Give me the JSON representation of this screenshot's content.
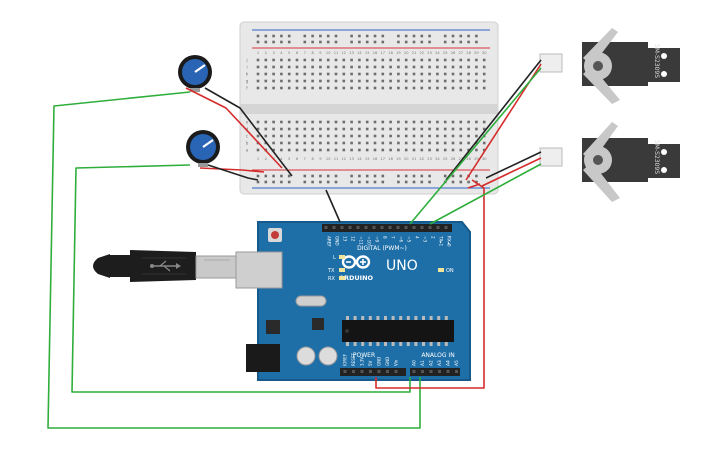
{
  "colors": {
    "board": "#1e6fa8",
    "board_dark": "#17598a",
    "breadboard": "#e8e8e8",
    "breadboard_rail_red": "#d9333a",
    "breadboard_rail_blue": "#2c62c6",
    "wire_green": "#2fae3c",
    "wire_red": "#d52b2b",
    "wire_black": "#222222",
    "servo_body": "#3a3a3a",
    "servo_horn": "#c8c8c8",
    "pot_knob": "#2a64b5",
    "pot_ring": "#1b1b1b",
    "usb_cable": "#1d1d1d",
    "usb_plug": "#c9c9c9"
  },
  "arduino": {
    "logo_text": "ARDUINO",
    "model": "UNO",
    "digital_label": "DIGITAL (PWM~)",
    "power_label": "POWER",
    "analog_label": "ANALOG IN",
    "on_label": "ON",
    "tx_label": "TX",
    "rx_label": "RX",
    "l_label": "L",
    "digital_pins": [
      "AREF",
      "GND",
      "13",
      "12",
      "~11",
      "~10",
      "~9",
      "8",
      "7",
      "~6",
      "~5",
      "4",
      "~3",
      "2",
      "TX▸1",
      "RX◂0"
    ],
    "power_pins": [
      "IOREF",
      "RESET",
      "3.3V",
      "5V",
      "GND",
      "GND",
      "Vin"
    ],
    "analog_pins": [
      "A0",
      "A1",
      "A2",
      "A3",
      "A4",
      "A5"
    ]
  },
  "servos": [
    {
      "label": "SM-S2309S"
    },
    {
      "label": "SM-S2309S"
    }
  ],
  "breadboard": {
    "column_numbers": [
      "1",
      "2",
      "3",
      "4",
      "5",
      "6",
      "7",
      "8",
      "9",
      "10",
      "11",
      "12",
      "13",
      "14",
      "15",
      "16",
      "17",
      "18",
      "19",
      "20",
      "21",
      "22",
      "23",
      "24",
      "25",
      "26",
      "27",
      "28",
      "29",
      "30"
    ],
    "row_letters_top": [
      "j",
      "i",
      "h",
      "g",
      "f"
    ],
    "row_letters_bottom": [
      "e",
      "d",
      "c",
      "b",
      "a"
    ]
  },
  "icons": {
    "potentiometer": "potentiometer-icon",
    "servo": "servo-motor-icon",
    "usb": "usb-cable-icon",
    "reset": "reset-button-icon"
  }
}
